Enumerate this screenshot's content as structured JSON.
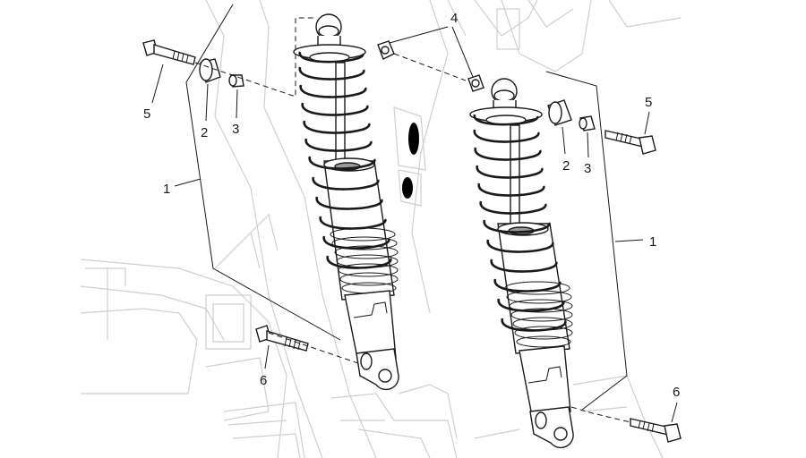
{
  "callouts": [
    {
      "id": "c-5-left",
      "text": "5"
    },
    {
      "id": "c-2-left",
      "text": "2"
    },
    {
      "id": "c-3-left",
      "text": "3"
    },
    {
      "id": "c-1-left",
      "text": "1"
    },
    {
      "id": "c-4-top",
      "text": "4"
    },
    {
      "id": "c-6-left",
      "text": "6"
    },
    {
      "id": "c-5-right",
      "text": "5"
    },
    {
      "id": "c-2-right",
      "text": "2"
    },
    {
      "id": "c-3-right",
      "text": "3"
    },
    {
      "id": "c-1-right",
      "text": "1"
    },
    {
      "id": "c-6-right",
      "text": "6"
    }
  ]
}
